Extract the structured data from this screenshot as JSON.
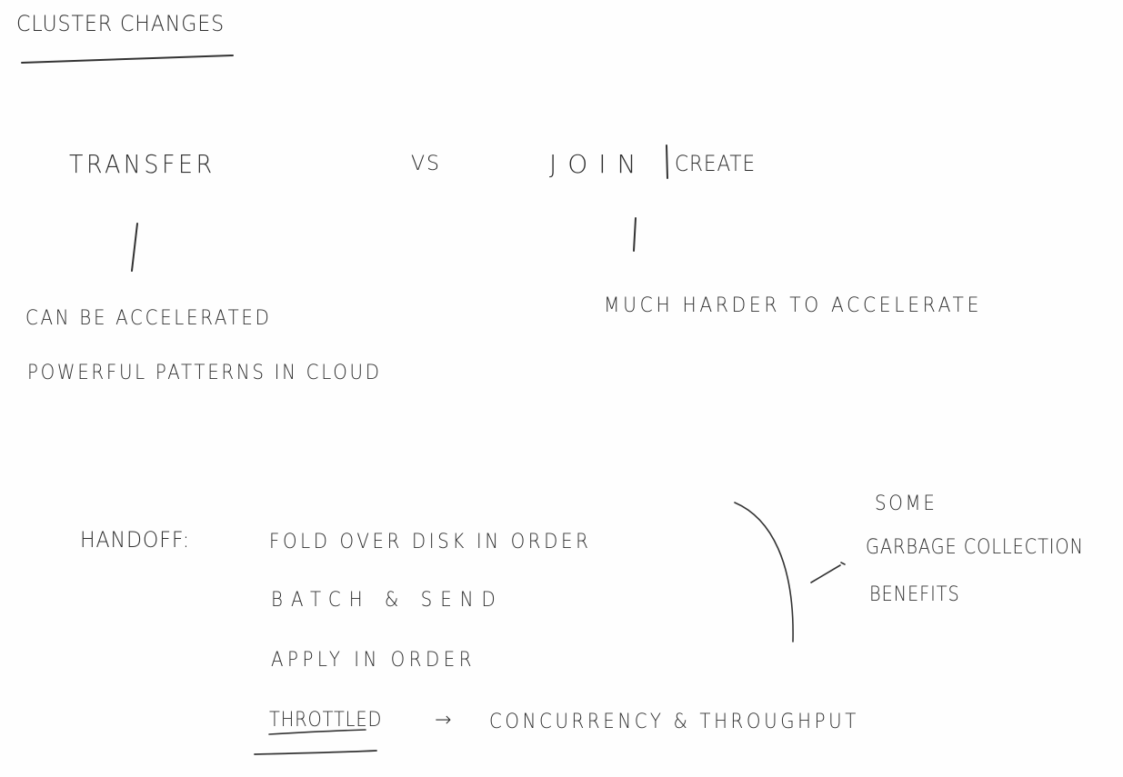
{
  "title": "CLUSTER CHANGES",
  "comparison": {
    "left_heading": "TRANSFER",
    "vs": "VS",
    "right_heading": "JOIN",
    "right_heading_alt": "CREATE",
    "left_points": [
      "CAN BE ACCELERATED",
      "POWERFUL PATTERNS IN CLOUD"
    ],
    "right_points": [
      "MUCH HARDER TO ACCELERATE"
    ]
  },
  "handoff": {
    "label": "HANDOFF:",
    "steps": [
      "FOLD OVER DISK IN ORDER",
      "BATCH & SEND",
      "APPLY IN ORDER",
      "THROTTLED"
    ],
    "arrow": "→",
    "throttled_note": "CONCURRENCY & THROUGHPUT"
  },
  "side_note": {
    "lines": [
      "SOME",
      "GARBAGE COLLECTION",
      "BENEFITS"
    ]
  }
}
